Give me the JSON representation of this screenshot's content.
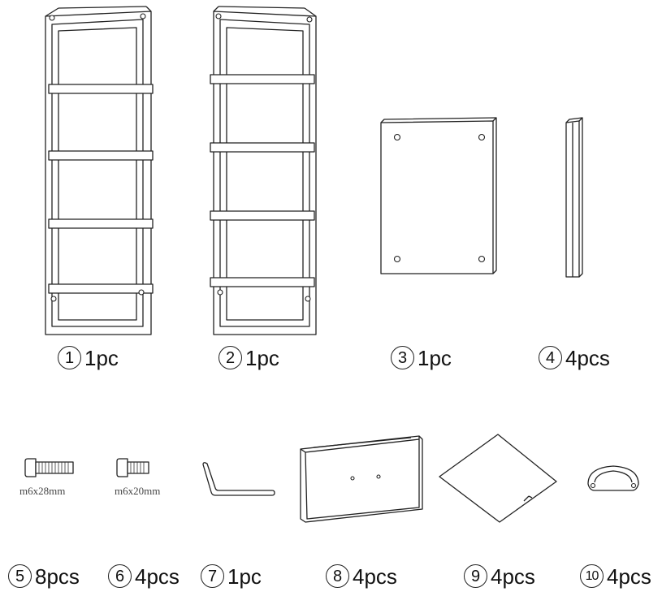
{
  "parts": [
    {
      "number": "1",
      "qty": "1pc"
    },
    {
      "number": "2",
      "qty": "1pc"
    },
    {
      "number": "3",
      "qty": "1pc"
    },
    {
      "number": "4",
      "qty": "4pcs"
    },
    {
      "number": "5",
      "qty": "8pcs",
      "spec": "m6x28mm"
    },
    {
      "number": "6",
      "qty": "4pcs",
      "spec": "m6x20mm"
    },
    {
      "number": "7",
      "qty": "1pc"
    },
    {
      "number": "8",
      "qty": "4pcs"
    },
    {
      "number": "9",
      "qty": "4pcs"
    },
    {
      "number": "10",
      "qty": "4pcs"
    }
  ]
}
